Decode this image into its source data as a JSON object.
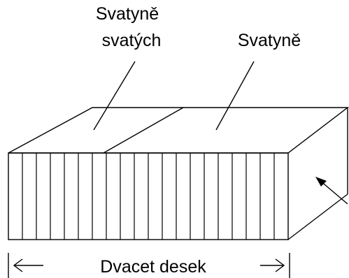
{
  "labels": {
    "holy_of_holies_line1": "Svatyně",
    "holy_of_holies_line2": "svatých",
    "holy_place": "Svatyně",
    "width_label": "Dvacet desek"
  },
  "boards": {
    "count": 20
  },
  "colors": {
    "stroke": "#000000",
    "background": "#ffffff"
  }
}
